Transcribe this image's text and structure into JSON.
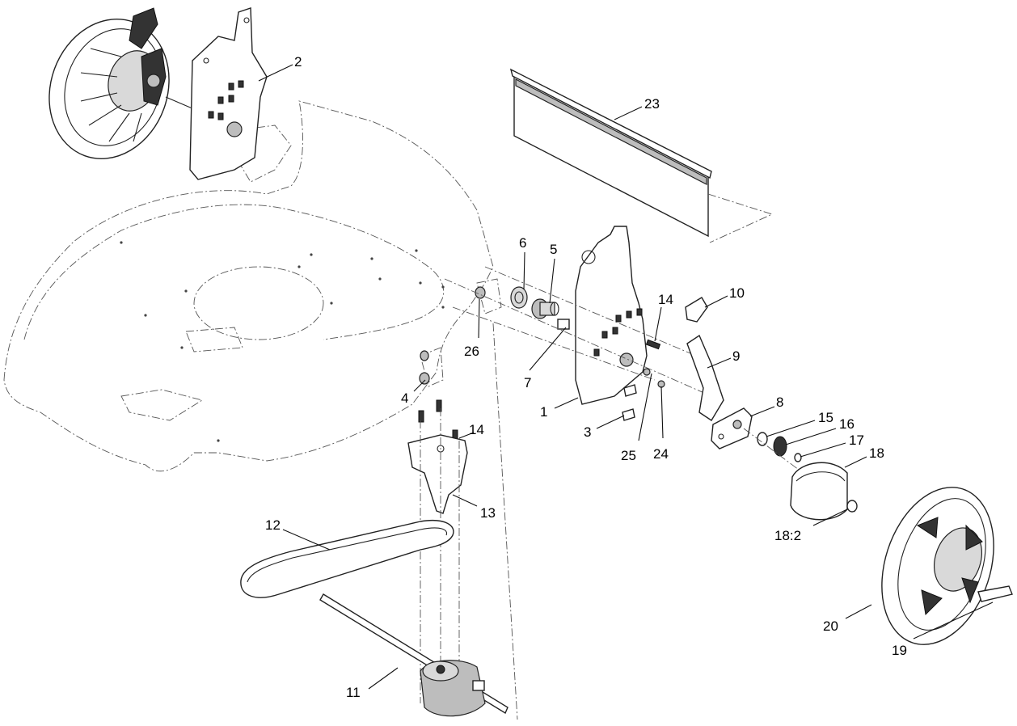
{
  "callouts": {
    "c1": "1",
    "c2": "2",
    "c3": "3",
    "c4": "4",
    "c5": "5",
    "c6": "6",
    "c7": "7",
    "c8": "8",
    "c9": "9",
    "c10": "10",
    "c11": "11",
    "c12": "12",
    "c13": "13",
    "c14a": "14",
    "c14b": "14",
    "c15": "15",
    "c16": "16",
    "c17": "17",
    "c18": "18",
    "c18_2": "18:2",
    "c19": "19",
    "c20": "20",
    "c23": "23",
    "c24": "24",
    "c25": "25",
    "c26": "26"
  }
}
